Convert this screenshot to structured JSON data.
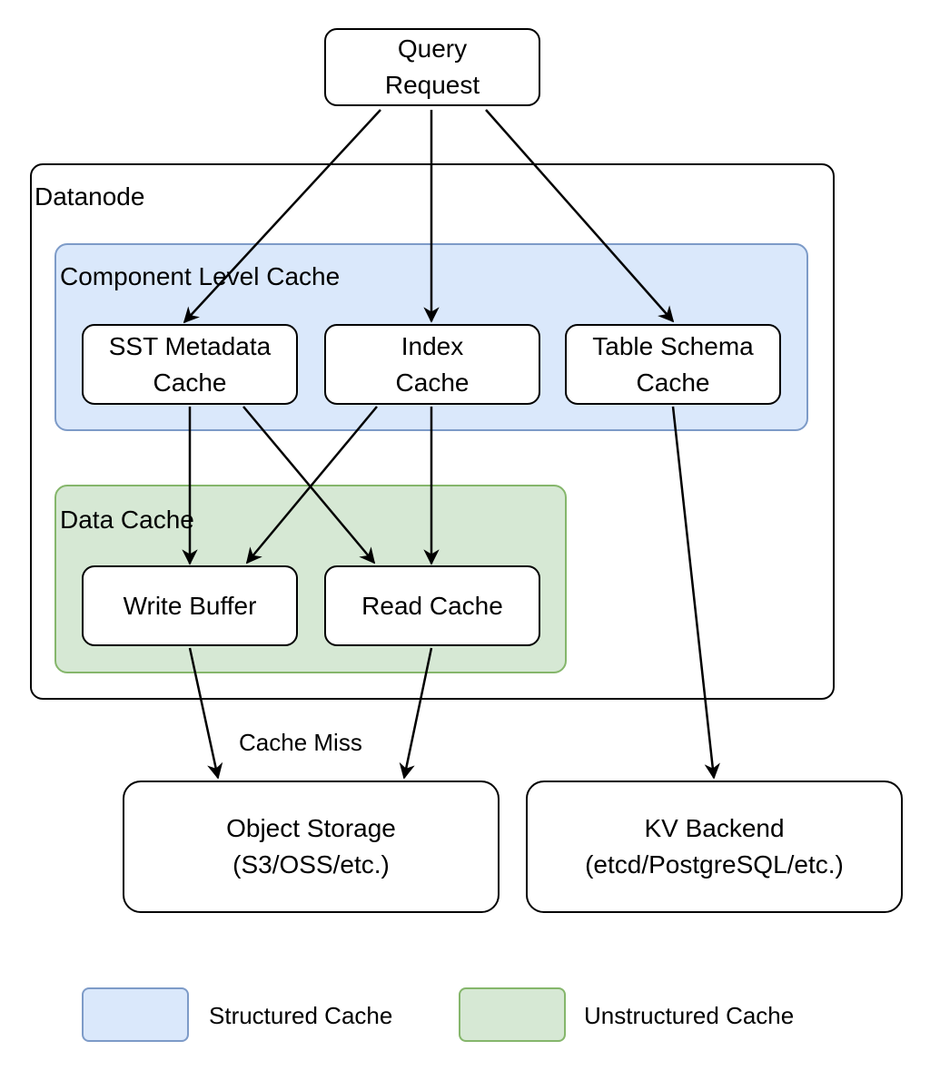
{
  "regions": {
    "datanode": "Datanode",
    "component_level_cache": "Component Level Cache",
    "data_cache": "Data Cache"
  },
  "nodes": {
    "query_request": [
      "Query",
      "Request"
    ],
    "sst_metadata_cache": [
      "SST Metadata",
      "Cache"
    ],
    "index_cache": [
      "Index",
      "Cache"
    ],
    "table_schema_cache": [
      "Table Schema",
      "Cache"
    ],
    "write_buffer": [
      "Write Buffer"
    ],
    "read_cache": [
      "Read Cache"
    ],
    "object_storage": [
      "Object Storage",
      "(S3/OSS/etc.)"
    ],
    "kv_backend": [
      "KV Backend",
      "(etcd/PostgreSQL/etc.)"
    ]
  },
  "edge_label": "Cache Miss",
  "legend": {
    "structured": "Structured Cache",
    "unstructured": "Unstructured Cache"
  },
  "colors": {
    "structured_fill": "#dae8fb",
    "structured_stroke": "#7d9bc8",
    "unstructured_fill": "#d6e8d4",
    "unstructured_stroke": "#85b66b"
  }
}
